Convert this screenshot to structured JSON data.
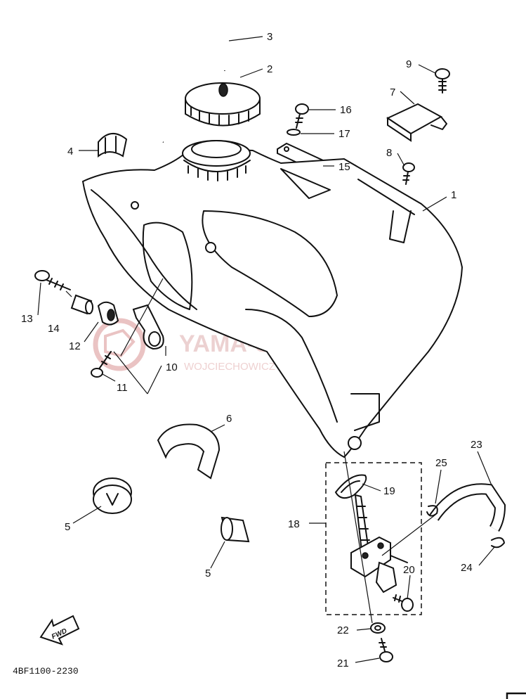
{
  "diagram": {
    "code": "4BF1100-2230",
    "fwd_label": "FWD",
    "watermark": {
      "title": "YAMA-SKLEP.PL",
      "subtitle": "WOJCIECHOWICZ - DEALER YAMAHA",
      "color": "#e4b5b5"
    },
    "callouts": [
      {
        "id": "c1",
        "label": "1"
      },
      {
        "id": "c2",
        "label": "2"
      },
      {
        "id": "c3",
        "label": "3"
      },
      {
        "id": "c4",
        "label": "4"
      },
      {
        "id": "c5a",
        "label": "5"
      },
      {
        "id": "c5b",
        "label": "5"
      },
      {
        "id": "c6",
        "label": "6"
      },
      {
        "id": "c7",
        "label": "7"
      },
      {
        "id": "c8",
        "label": "8"
      },
      {
        "id": "c9",
        "label": "9"
      },
      {
        "id": "c10",
        "label": "10"
      },
      {
        "id": "c11",
        "label": "11"
      },
      {
        "id": "c12",
        "label": "12"
      },
      {
        "id": "c13",
        "label": "13"
      },
      {
        "id": "c14",
        "label": "14"
      },
      {
        "id": "c15",
        "label": "15"
      },
      {
        "id": "c16",
        "label": "16"
      },
      {
        "id": "c17",
        "label": "17"
      },
      {
        "id": "c18",
        "label": "18"
      },
      {
        "id": "c19",
        "label": "19"
      },
      {
        "id": "c20",
        "label": "20"
      },
      {
        "id": "c21",
        "label": "21"
      },
      {
        "id": "c22",
        "label": "22"
      },
      {
        "id": "c23",
        "label": "23"
      },
      {
        "id": "c24",
        "label": "24"
      },
      {
        "id": "c25",
        "label": "25"
      }
    ]
  }
}
